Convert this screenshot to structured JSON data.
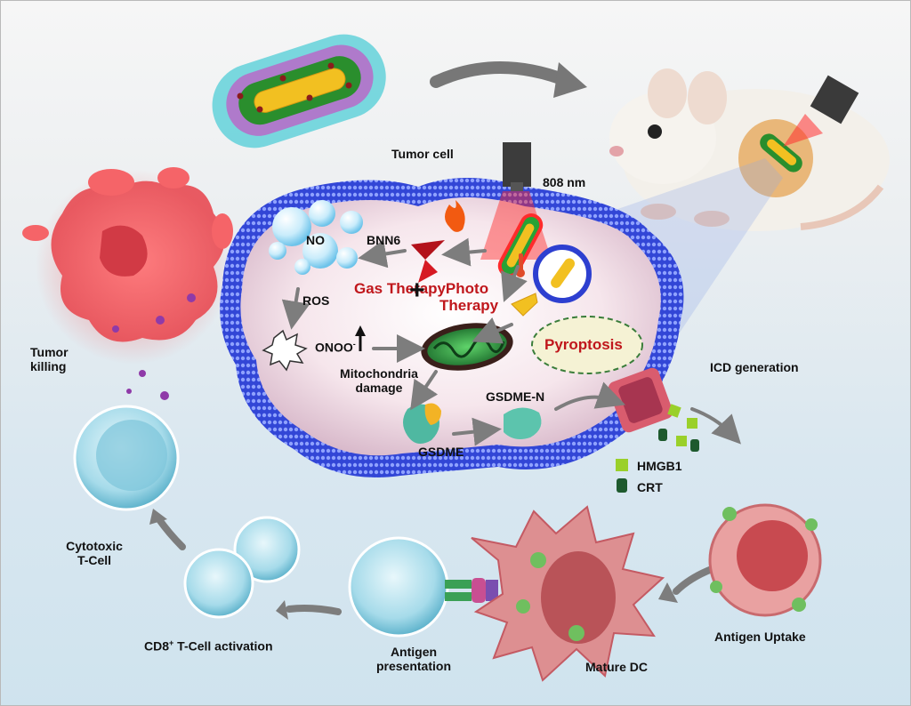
{
  "labels": {
    "tumor_cell": "Tumor cell",
    "wavelength": "808 nm",
    "bnn6": "BNN6",
    "no": "NO",
    "ros": "ROS",
    "onoo": "ONOO",
    "onoo_sup": "-",
    "gas_therapy": "Gas Therapy",
    "photo_therapy": "Photo Therapy",
    "plus": "+",
    "mitochondria_damage": "Mitochondria damage",
    "pyroptosis": "Pyroptosis",
    "gsdme_n": "GSDME-N",
    "gsdme": "GSDME",
    "icd_generation": "ICD generation",
    "hmgb1": "HMGB1",
    "crt": "CRT",
    "tumor_killing": "Tumor killing",
    "cytotoxic_tcell": "Cytotoxic T-Cell",
    "cd8_prefix": "CD8",
    "cd8_sup": "+",
    "cd8_suffix": " T-Cell activation",
    "antigen_presentation": "Antigen presentation",
    "mature_dc": "Mature DC",
    "antigen_uptake": "Antigen Uptake"
  },
  "colors": {
    "membrane_blue": "#2d3fd0",
    "therapy_red": "#c0171c",
    "arrow_gray": "#7d7d7d",
    "tcell_cyan": "#9fd3e3",
    "dc_pink": "#d98a8a",
    "tumor_red": "#f0585a",
    "hmgb1_green": "#9ad02a",
    "crt_green": "#1e5a2e"
  }
}
